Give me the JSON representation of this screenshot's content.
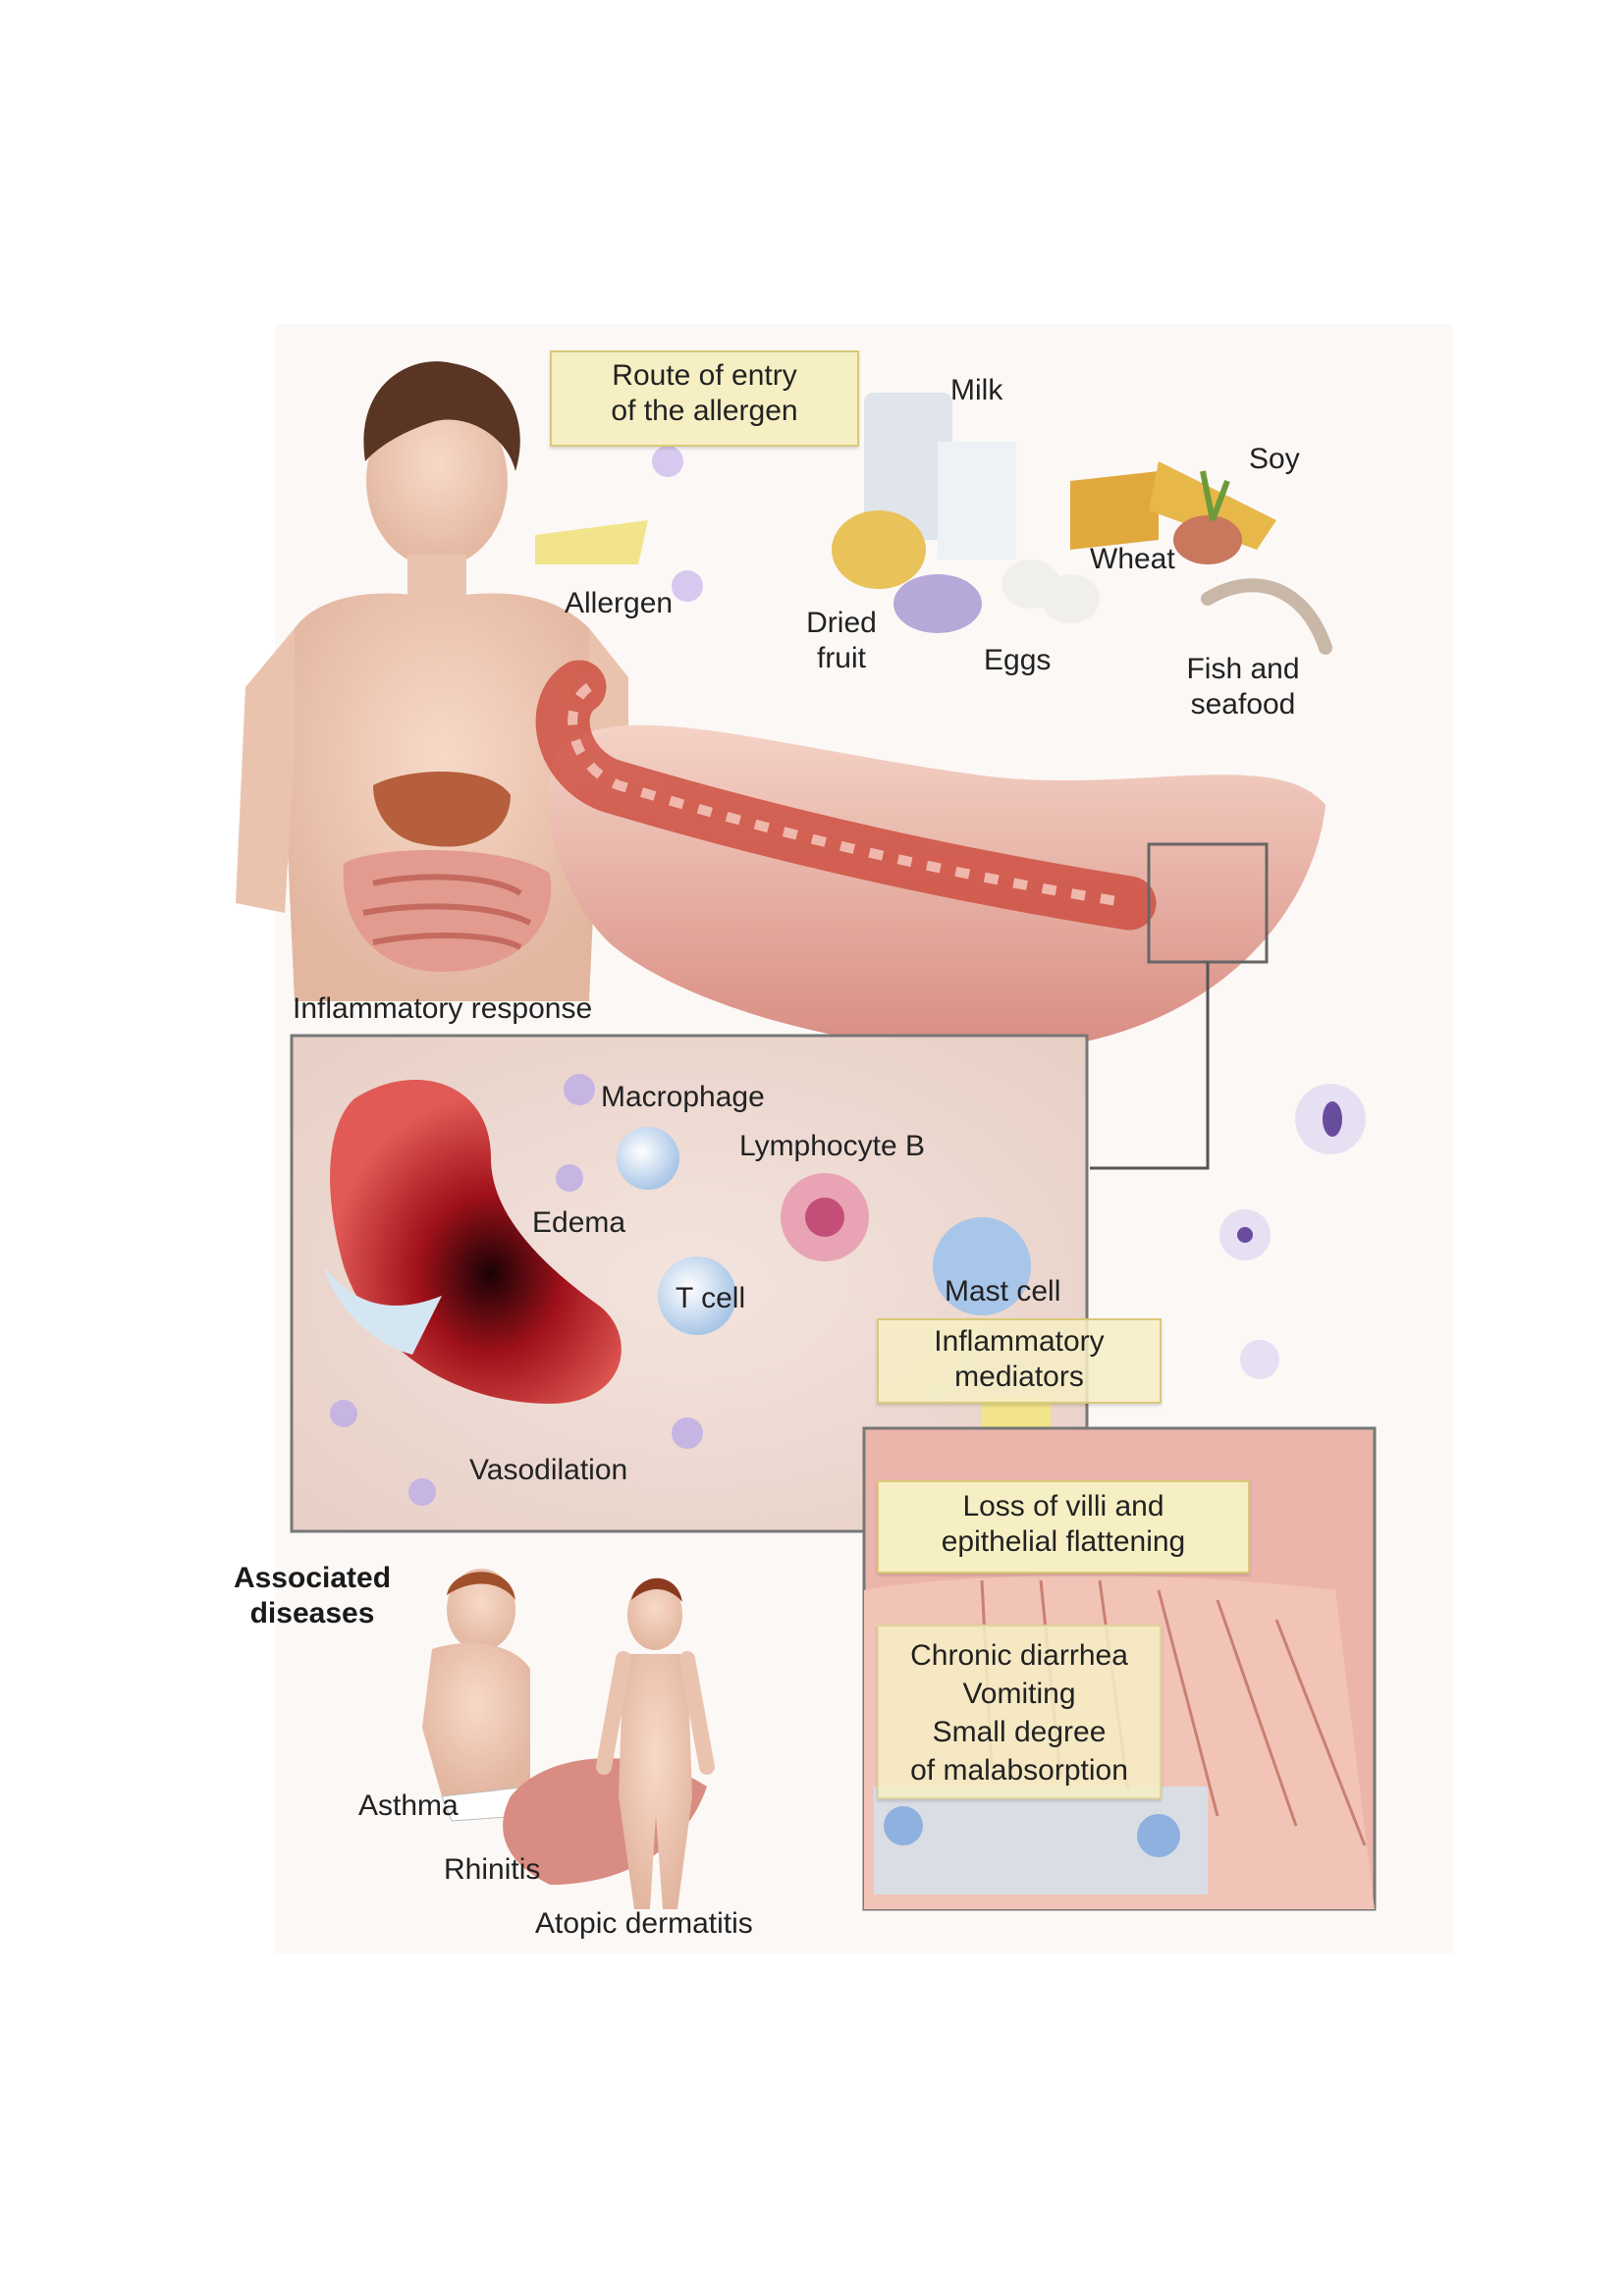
{
  "route_box": {
    "line1": "Route of entry",
    "line2": "of the allergen"
  },
  "foods": {
    "milk": "Milk",
    "soy": "Soy",
    "wheat": "Wheat",
    "dried_fruit_line1": "Dried",
    "dried_fruit_line2": "fruit",
    "eggs": "Eggs",
    "fish_line1": "Fish and",
    "fish_line2": "seafood"
  },
  "allergen_label": "Allergen",
  "inflammatory_response_label": "Inflammatory response",
  "inset_labels": {
    "macrophage": "Macrophage",
    "lymphocyte_b": "Lymphocyte B",
    "edema": "Edema",
    "t_cell": "T cell",
    "mast_cell": "Mast cell",
    "vasodilation": "Vasodilation"
  },
  "mediators_box": {
    "line1": "Inflammatory",
    "line2": "mediators"
  },
  "villi_box": {
    "line1": "Loss of villi and",
    "line2": "epithelial flattening"
  },
  "symptoms_box": {
    "line1": "Chronic diarrhea",
    "line2": "Vomiting",
    "line3": "Small degree",
    "line4": "of malabsorption"
  },
  "associated": {
    "title_line1": "Associated",
    "title_line2": "diseases",
    "asthma": "Asthma",
    "rhinitis": "Rhinitis",
    "atopic_dermatitis": "Atopic dermatitis"
  },
  "colors": {
    "label_box_fill": "#f6efc4",
    "intestine_pink": "#e9a99e",
    "blood_vessel_red": "#b3121a",
    "cell_purple": "#8a6fc0"
  }
}
